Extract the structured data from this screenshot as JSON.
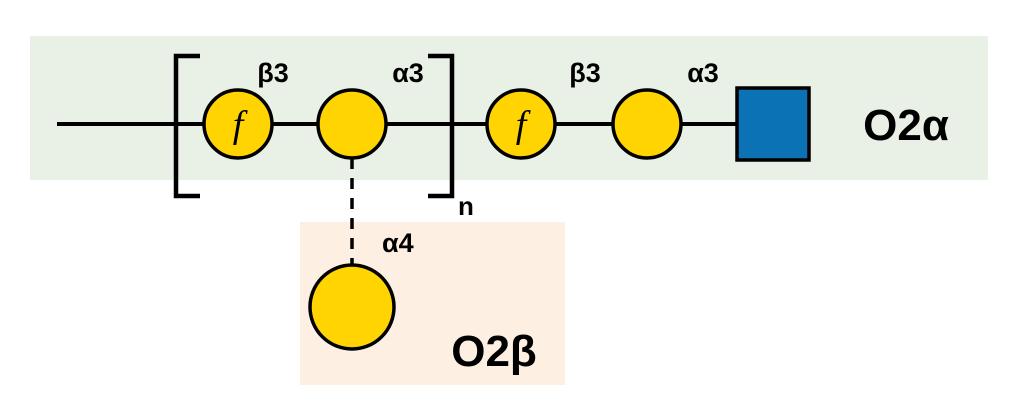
{
  "colors": {
    "residue_yellow": "#FFD400",
    "residue_blue": "#0B72B5",
    "band_alpha_bg": "#E9F1E7",
    "band_beta_bg": "#FDF0E3",
    "outline": "#000000"
  },
  "chain_alpha": {
    "label": "O2α",
    "repeat": {
      "subscript": "n",
      "residue1": {
        "symbol": "f",
        "linkage": "β3"
      },
      "residue2": {
        "linkage": "α3"
      }
    },
    "residue3": {
      "symbol": "f",
      "linkage": "β3"
    },
    "residue4": {
      "linkage": "α3"
    }
  },
  "chain_beta": {
    "label": "O2β",
    "branch_residue": {
      "linkage": "α4"
    }
  }
}
